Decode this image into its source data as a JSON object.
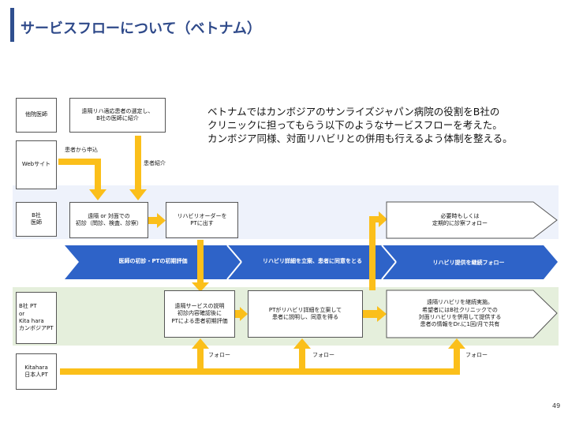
{
  "title": "サービスフローについて（ベトナム）",
  "description": [
    "ベトナムではカンボジアのサンライズジャパン病院の役割をB社の",
    "クリニックに担ってもらう以下のようなサービスフローを考えた。",
    "カンボジア同様、対面リハビリとの併用も行えるよう体制を整える。"
  ],
  "actors": {
    "other_hospital": "他院医師",
    "website": "Webサイト",
    "b_doctor": "B社\n医師",
    "b_pt": "B社 PT\nor\nKita hara\nカンボジアPT",
    "kitahara_pt": "Kitahara\n日本人PT"
  },
  "boxes": {
    "select_patients": "遠隔リハ適応患者の選定し、\nB社の医師に紹介",
    "first_exam": "遠隔 or 対面での\n初診（問診、検査、診察）",
    "rehab_order": "リハビリオーダーを\nPTに出す",
    "periodic_followup": "必要時もしくは\n定期的に診察フォロー",
    "service_explain": "遠隔サービスの説明\n初診内容確認後に\nPTによる患者初期評価",
    "pt_plan": "PTがリハビリ詳細を立案して\n患者に説明し、同意を得る",
    "continue_rehab": "遠隔リハビリを継続実施。\n希望者にはB社クリニックでの\n対面リハビリを併用して提供する\n患者の情報をDr.に1回/月で共有"
  },
  "arrow_labels": {
    "patient_apply": "患者から申込",
    "patient_referral": "患者紹介",
    "follow_1": "フォロー",
    "follow_2": "フォロー",
    "follow_3": "フォロー"
  },
  "phases": [
    "医師の初診・PTの初期評価",
    "リハビリ詳細を立案、患者に同意をとる",
    "リハビリ提供を継続フォロー"
  ],
  "page_number": "49",
  "colors": {
    "title": "#2f4a8a",
    "phase_arrow": "#2e63c8",
    "flow_arrow": "#fbbf1a",
    "blue_band": "#eef2fb",
    "green_band": "#e5efdc"
  }
}
